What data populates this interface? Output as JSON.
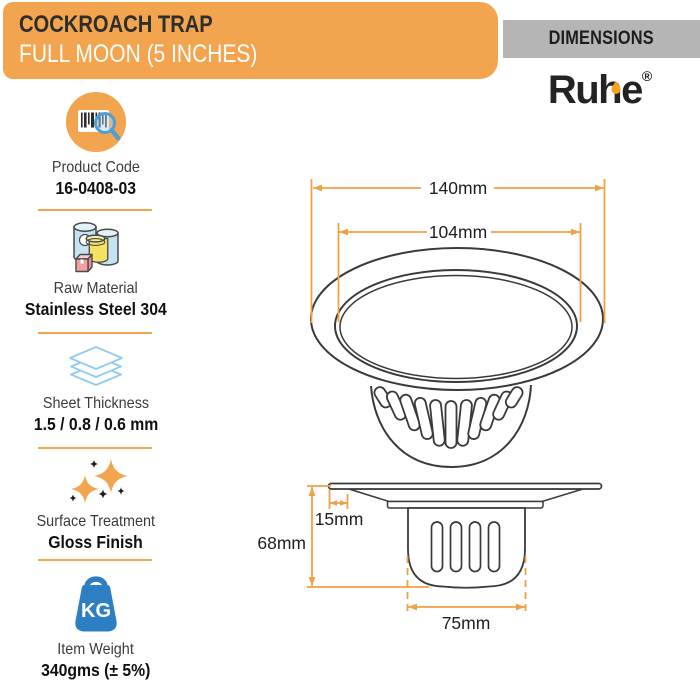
{
  "header": {
    "title": "COCKROACH TRAP",
    "subtitle": "FULL MOON (5 INCHES)",
    "dimensions_label": "DIMENSIONS",
    "brand": "Ruhe",
    "registered_mark": "®"
  },
  "colors": {
    "accent_orange": "#F2A44F",
    "dimension_orange": "#F0A144",
    "gray_bar": "#B5B5B5",
    "drawing_line": "#3A3A3A",
    "icon_blue": "#2E7FC2",
    "icon_light_blue": "#4D9FD6",
    "icon_sheet_blue": "#93CDE9"
  },
  "sidebar": {
    "items": [
      {
        "icon": "barcode-search-icon",
        "label": "Product Code",
        "value": "16-0408-03"
      },
      {
        "icon": "raw-material-cans-icon",
        "label": "Raw Material",
        "value": "Stainless Steel 304"
      },
      {
        "icon": "sheets-stack-icon",
        "label": "Sheet Thickness",
        "value": "1.5 / 0.8 / 0.6 mm"
      },
      {
        "icon": "sparkle-icon",
        "label": "Surface Treatment",
        "value": "Gloss Finish"
      },
      {
        "icon": "kg-weight-icon",
        "label": "Item Weight",
        "value": "340gms (± 5%)",
        "icon_text": "KG"
      }
    ]
  },
  "drawing": {
    "views": [
      "top-perspective-view",
      "side-section-view"
    ],
    "dimensions": {
      "outer_diameter": "140mm",
      "inner_diameter": "104mm",
      "rim_inset": "15mm",
      "total_height": "68mm",
      "basket_width": "75mm"
    }
  }
}
